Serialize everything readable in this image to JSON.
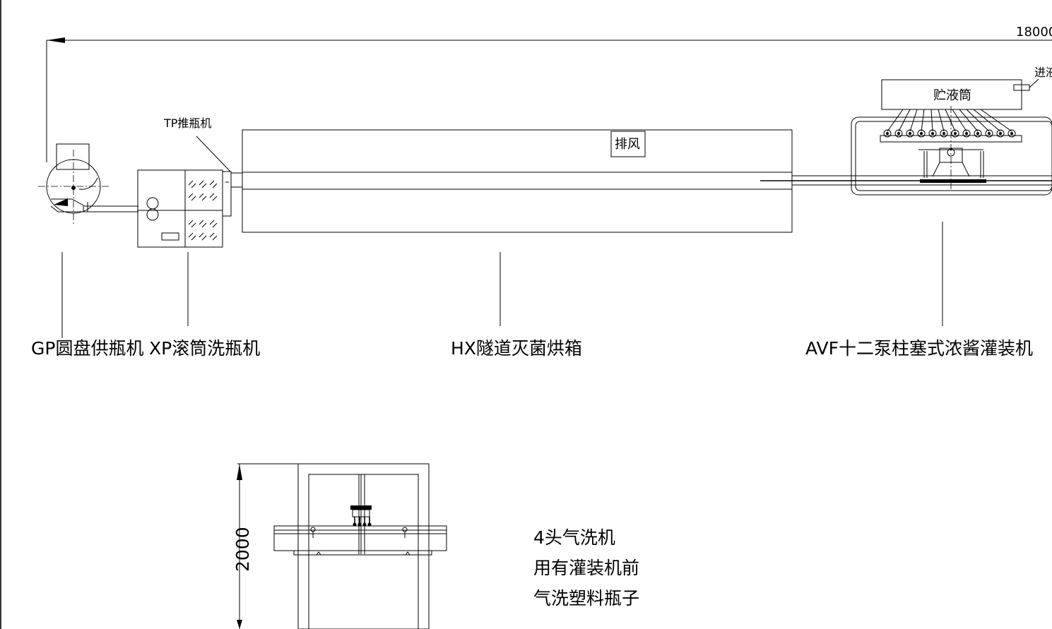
{
  "dimension_top": "18000",
  "dimension_side": "2000",
  "labels": {
    "tp_pusher": "TP推瓶机",
    "exhaust": "排风",
    "tank": "贮液筒",
    "inlet": "进液",
    "gp": "GP圆盘供瓶机",
    "xp": "XP滚筒洗瓶机",
    "hx": "HX隧道灭菌烘箱",
    "avf": "AVF十二泵柱塞式浓酱灌装机"
  },
  "note": {
    "line1": "4头气洗机",
    "line2": "用有灌装机前",
    "line3": "气洗塑料瓶子"
  }
}
